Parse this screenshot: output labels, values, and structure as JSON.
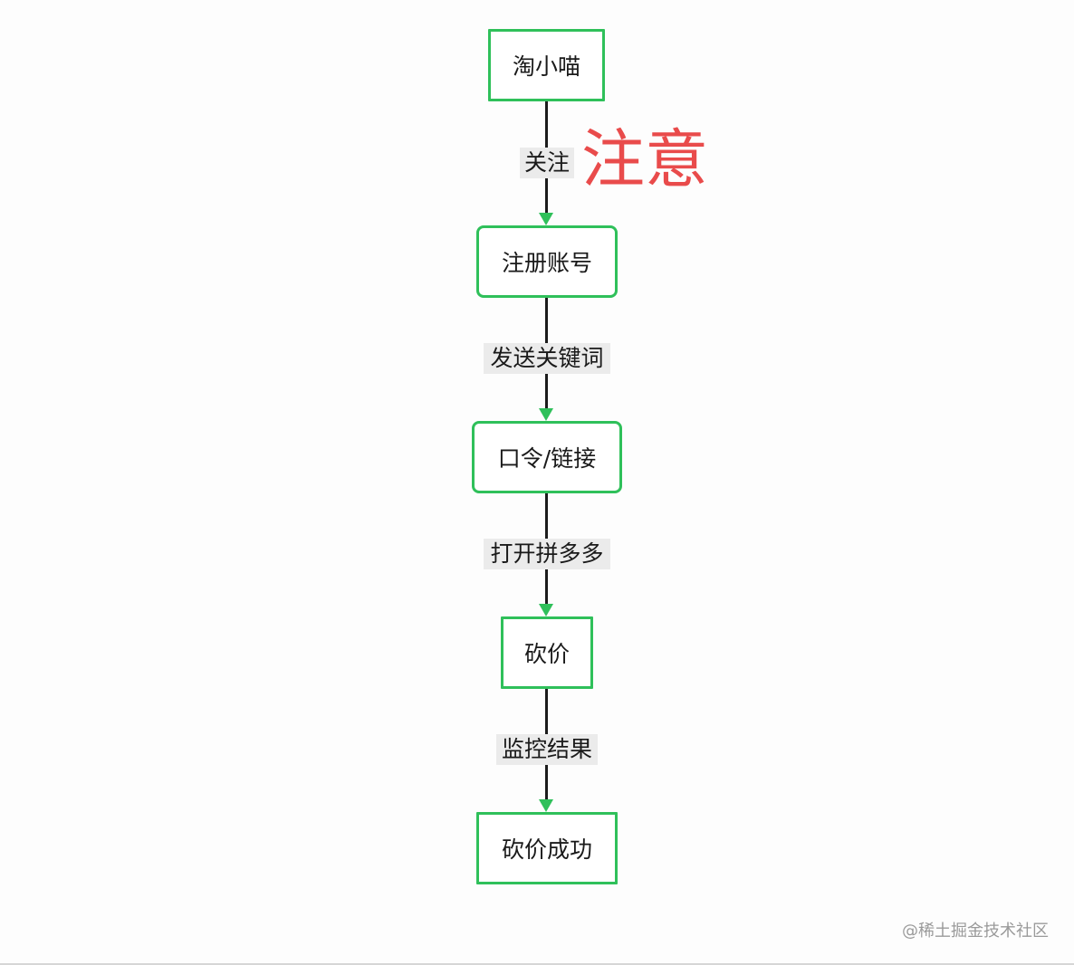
{
  "flowchart": {
    "nodes": [
      {
        "id": "n1",
        "label": "淘小喵"
      },
      {
        "id": "n2",
        "label": "注册账号"
      },
      {
        "id": "n3",
        "label": "口令/链接"
      },
      {
        "id": "n4",
        "label": "砍价"
      },
      {
        "id": "n5",
        "label": "砍价成功"
      }
    ],
    "edges": [
      {
        "from": "n1",
        "to": "n2",
        "label": "关注"
      },
      {
        "from": "n2",
        "to": "n3",
        "label": "发送关键词"
      },
      {
        "from": "n3",
        "to": "n4",
        "label": "打开拼多多"
      },
      {
        "from": "n4",
        "to": "n5",
        "label": "监控结果"
      }
    ]
  },
  "annotation": {
    "text": "注意",
    "color": "#e94b4b"
  },
  "watermark": {
    "text": "@稀土掘金技术社区"
  },
  "colors": {
    "node_border": "#2fc05a",
    "arrowhead": "#2fc05a",
    "connector": "#1c1c1c",
    "edge_label_bg": "#ebebeb"
  }
}
